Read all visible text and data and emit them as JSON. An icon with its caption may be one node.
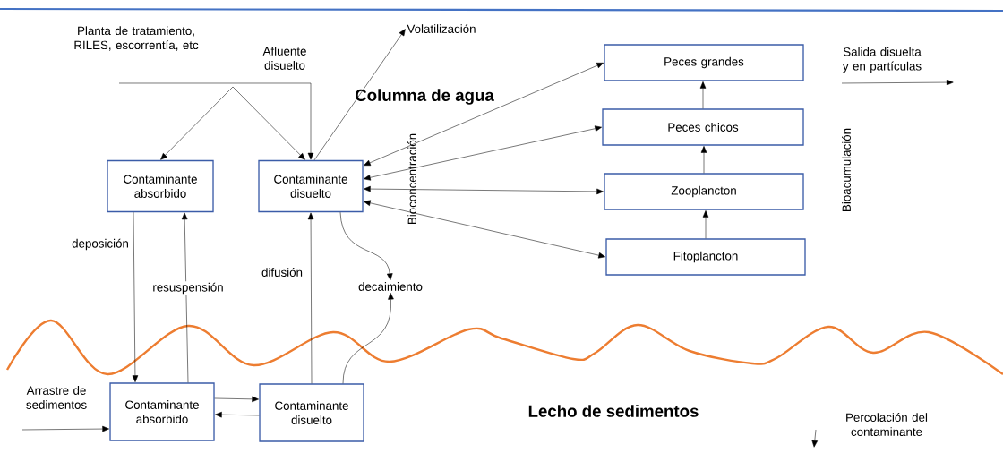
{
  "diagram": {
    "nodes": [
      {
        "text": [
          "Contaminante absorbido"
        ]
      },
      {
        "text": [
          "Contaminante disuelto"
        ]
      },
      {
        "text": [
          "Volatilización"
        ]
      },
      {
        "text": [
          "decaimiento"
        ]
      },
      {
        "text": [
          "Peces grandes"
        ]
      },
      {
        "text": [
          "Peces chicos"
        ]
      },
      {
        "text": [
          "Zooplancton"
        ]
      },
      {
        "text": [
          "Fitoplancton"
        ]
      },
      {
        "text": [
          "Contaminante absorbido"
        ]
      },
      {
        "text": [
          "Contaminante disuelto"
        ]
      }
    ],
    "edges": [
      {
        "from": null,
        "to": 0,
        "arrow": "to"
      },
      {
        "from": null,
        "to": 1,
        "arrow": "to"
      },
      {
        "from": null,
        "to": 1,
        "arrow": "to",
        "label": "Afluente disuelto"
      },
      {
        "from": 1,
        "to": 2,
        "arrow": "to"
      },
      {
        "from": 0,
        "to": 8,
        "arrow": "to",
        "label": "deposición"
      },
      {
        "from": 8,
        "to": 0,
        "arrow": "to",
        "label": "resuspensión"
      },
      {
        "from": 9,
        "to": 1,
        "arrow": "to",
        "label": "difusión"
      },
      {
        "from": 1,
        "to": 3,
        "arrow": "to"
      },
      {
        "from": 9,
        "to": 3,
        "arrow": "to"
      },
      {
        "from": 1,
        "to": 4,
        "arrow": "both"
      },
      {
        "from": 1,
        "to": 5,
        "arrow": "both"
      },
      {
        "from": 1,
        "to": 6,
        "arrow": "both"
      },
      {
        "from": 1,
        "to": 7,
        "arrow": "both"
      },
      {
        "from": 7,
        "to": 6,
        "arrow": "to"
      },
      {
        "from": 6,
        "to": 5,
        "arrow": "to"
      },
      {
        "from": 5,
        "to": 4,
        "arrow": "to"
      },
      {
        "from": 8,
        "to": 9,
        "arrow": "to"
      },
      {
        "from": 9,
        "to": 8,
        "arrow": "to"
      },
      {
        "from": null,
        "to": 8,
        "arrow": "to"
      }
    ],
    "labels": [
      "Planta de tratamiento, RILES, escorrentía, etc",
      "Columna de agua",
      "Bioconcentración",
      "Salida disuelta y en partículas",
      "Bioacumulación",
      "Arrastre de sedimentos",
      "Lecho de sedimentos",
      "Percolación del contaminante"
    ]
  }
}
